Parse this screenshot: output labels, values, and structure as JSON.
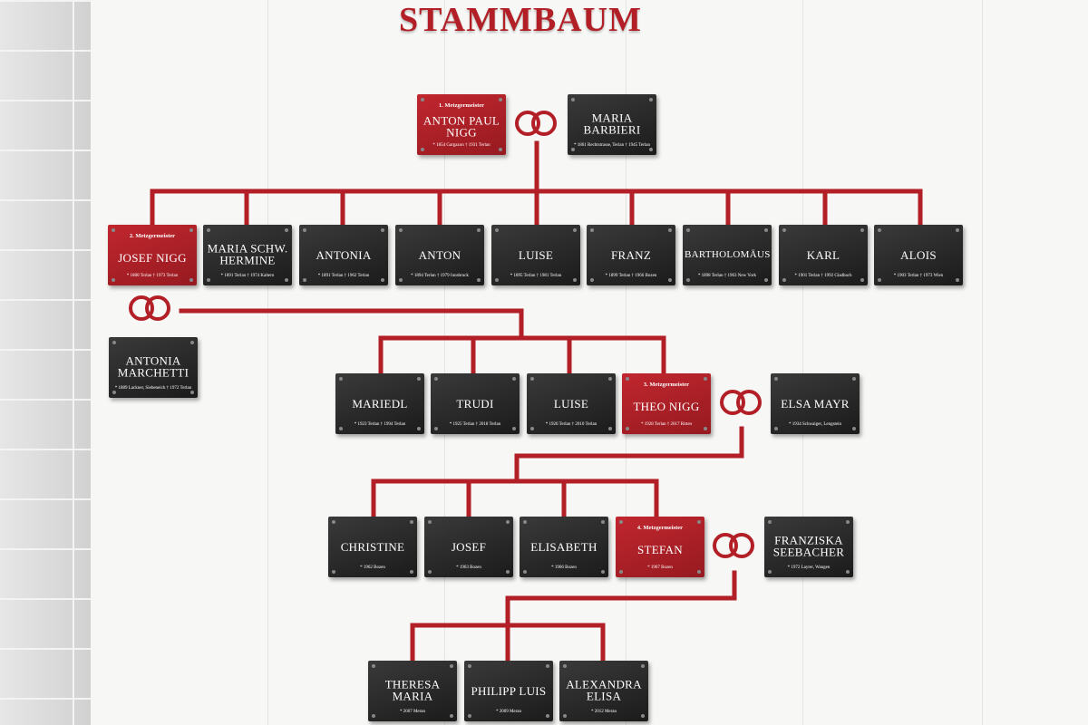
{
  "title": "STAMMBAUM",
  "colors": {
    "red": "#b21f26",
    "black": "#222222"
  },
  "generations": [
    {
      "plates": [
        {
          "id": "anton-paul-nigg",
          "style": "red",
          "sub": "1. Metzgermeister",
          "name": "ANTON PAUL NIGG",
          "dates": "* 1854 Gargazon   † 1931 Terlan"
        },
        {
          "id": "maria-barbieri",
          "style": "black",
          "sub": "",
          "name": "MARIA BARBIERI",
          "dates": "* 1861 Rechtstrasse, Terlan   † 1945 Terlan"
        }
      ]
    },
    {
      "plates": [
        {
          "id": "josef-nigg",
          "style": "red",
          "sub": "2. Metzgermeister",
          "name": "JOSEF NIGG",
          "dates": "* 1880 Terlan   † 1973 Terlan"
        },
        {
          "id": "maria-schw-hermine",
          "style": "black",
          "sub": "",
          "name": "MARIA SCHW. HERMINE",
          "dates": "* 1891 Terlan   † 1974 Kaltern"
        },
        {
          "id": "antonia",
          "style": "black",
          "sub": "",
          "name": "ANTONIA",
          "dates": "* 1891 Terlan   † 1962 Terlan"
        },
        {
          "id": "anton",
          "style": "black",
          "sub": "",
          "name": "ANTON",
          "dates": "* 1894 Terlan   † 1979 Innsbruck"
        },
        {
          "id": "luise-1",
          "style": "black",
          "sub": "",
          "name": "LUISE",
          "dates": "* 1895 Terlan   † 1981 Terlan"
        },
        {
          "id": "franz",
          "style": "black",
          "sub": "",
          "name": "FRANZ",
          "dates": "* 1899 Terlan   † 1966 Bozen"
        },
        {
          "id": "bartholomaeus",
          "style": "black",
          "sub": "",
          "name": "BARTHOLOMÄUS",
          "dates": "* 1898 Terlan   † 1963 New York"
        },
        {
          "id": "karl",
          "style": "black",
          "sub": "",
          "name": "KARL",
          "dates": "* 1901 Terlan   † 1992 Gladbach"
        },
        {
          "id": "alois",
          "style": "black",
          "sub": "",
          "name": "ALOIS",
          "dates": "* 1903 Terlan   † 1973 Wien"
        },
        {
          "id": "antonia-marchetti",
          "style": "black",
          "sub": "",
          "name": "ANTONIA MARCHETTI",
          "dates": "* 1889 Lackner, Siebeneich   † 1972 Terlan"
        }
      ]
    },
    {
      "plates": [
        {
          "id": "mariedl",
          "style": "black",
          "sub": "",
          "name": "MARIEDL",
          "dates": "* 1923 Terlan   † 1994 Terlan"
        },
        {
          "id": "trudi",
          "style": "black",
          "sub": "",
          "name": "TRUDI",
          "dates": "* 1925 Terlan   † 2018 Terlan"
        },
        {
          "id": "luise-2",
          "style": "black",
          "sub": "",
          "name": "LUISE",
          "dates": "* 1926 Terlan   † 2010 Terlan"
        },
        {
          "id": "theo-nigg",
          "style": "red",
          "sub": "3. Metzgermeister",
          "name": "THEO NIGG",
          "dates": "* 1928 Terlan   † 2017 Ritten"
        },
        {
          "id": "elsa-mayr",
          "style": "black",
          "sub": "",
          "name": "ELSA MAYR",
          "dates": "* 1934 Schwaiger, Lengstein"
        }
      ]
    },
    {
      "plates": [
        {
          "id": "christine",
          "style": "black",
          "sub": "",
          "name": "CHRISTINE",
          "dates": "* 1962 Bozen"
        },
        {
          "id": "josef",
          "style": "black",
          "sub": "",
          "name": "JOSEF",
          "dates": "* 1963 Bozen"
        },
        {
          "id": "elisabeth",
          "style": "black",
          "sub": "",
          "name": "ELISABETH",
          "dates": "* 1966 Bozen"
        },
        {
          "id": "stefan",
          "style": "red",
          "sub": "4. Metzgermeister",
          "name": "STEFAN",
          "dates": "* 1967 Bozen"
        },
        {
          "id": "franziska-seebacher",
          "style": "black",
          "sub": "",
          "name": "FRANZISKA SEEBACHER",
          "dates": "* 1972 Layrer, Wangen"
        }
      ]
    },
    {
      "plates": [
        {
          "id": "theresa-maria",
          "style": "black",
          "sub": "",
          "name": "THERESA MARIA",
          "dates": "* 2007 Meran"
        },
        {
          "id": "philipp-luis",
          "style": "black",
          "sub": "",
          "name": "PHILIPP LUIS",
          "dates": "* 2009 Meran"
        },
        {
          "id": "alexandra-elisa",
          "style": "black",
          "sub": "",
          "name": "ALEXANDRA ELISA",
          "dates": "* 2012 Meran"
        }
      ]
    }
  ]
}
